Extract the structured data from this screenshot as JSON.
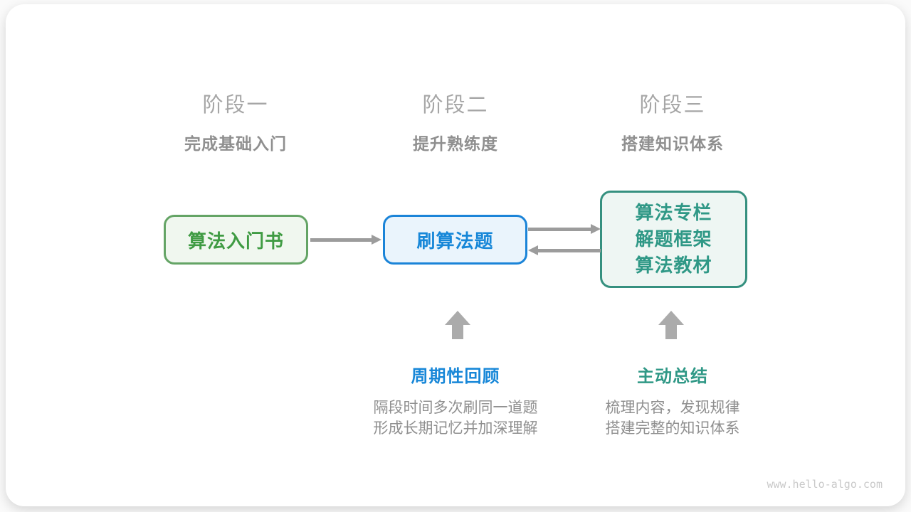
{
  "stages": [
    {
      "title": "阶段一",
      "subtitle": "完成基础入门"
    },
    {
      "title": "阶段二",
      "subtitle": "提升熟练度"
    },
    {
      "title": "阶段三",
      "subtitle": "搭建知识体系"
    }
  ],
  "nodes": [
    {
      "label": "算法入门书"
    },
    {
      "label": "刷算法题"
    },
    {
      "lines": [
        "算法专栏",
        "解题框架",
        "算法教材"
      ]
    }
  ],
  "annotations": [
    {
      "title": "周期性回顾",
      "desc_lines": [
        "隔段时间多次刷同一道题",
        "形成长期记忆并加深理解"
      ]
    },
    {
      "title": "主动总结",
      "desc_lines": [
        "梳理内容，发现规律",
        "搭建完整的知识体系"
      ]
    }
  ],
  "watermark": "www.hello-algo.com",
  "colors": {
    "green_border": "#64a465",
    "green_bg": "#f0f7ef",
    "green_text": "#3f9b43",
    "blue_border": "#1b84d8",
    "blue_bg": "#eaf4fc",
    "blue_text": "#1787d8",
    "teal_border": "#35907f",
    "teal_bg": "#eef6f3",
    "teal_text": "#2f9886",
    "arrow_gray": "#9c9c9c",
    "block_arrow_gray": "#ababab",
    "stage_title_gray": "#a6a6a6",
    "stage_subtitle_gray": "#8f8f8f",
    "desc_gray": "#8f8f8f",
    "watermark_gray": "#c9c9c9"
  }
}
